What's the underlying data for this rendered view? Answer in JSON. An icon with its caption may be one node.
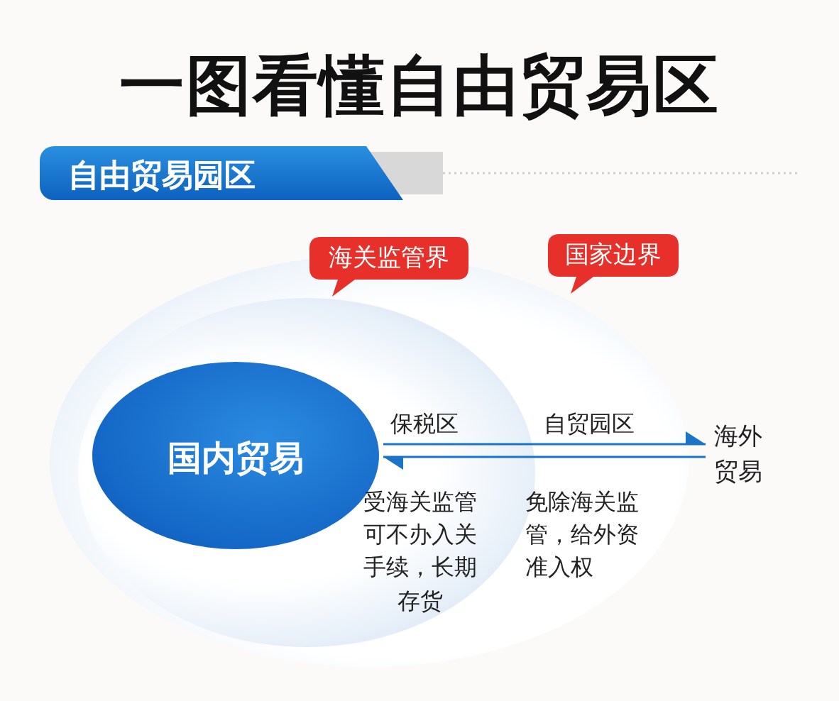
{
  "diagram": {
    "title": "一图看懂自由贸易区",
    "nodes": [
      {
        "text": [
          "自贸园区",
          "免除海关监管，给外资准入权"
        ],
        "beside": [
          "国家边界"
        ]
      },
      {
        "text": [
          "保税区",
          "受海关监管可不办入关手续，长期存货"
        ],
        "in": 0,
        "beside": [
          "海关监管界"
        ]
      },
      {
        "text": [
          "国内贸易"
        ],
        "in": 1
      },
      {
        "text": [
          "海外贸易"
        ]
      }
    ],
    "edges": [
      {
        "from": 2,
        "to": 3,
        "arrow": "to"
      },
      {
        "from": 3,
        "to": 2,
        "arrow": "to"
      }
    ],
    "labels": [
      "自由贸易园区"
    ]
  }
}
